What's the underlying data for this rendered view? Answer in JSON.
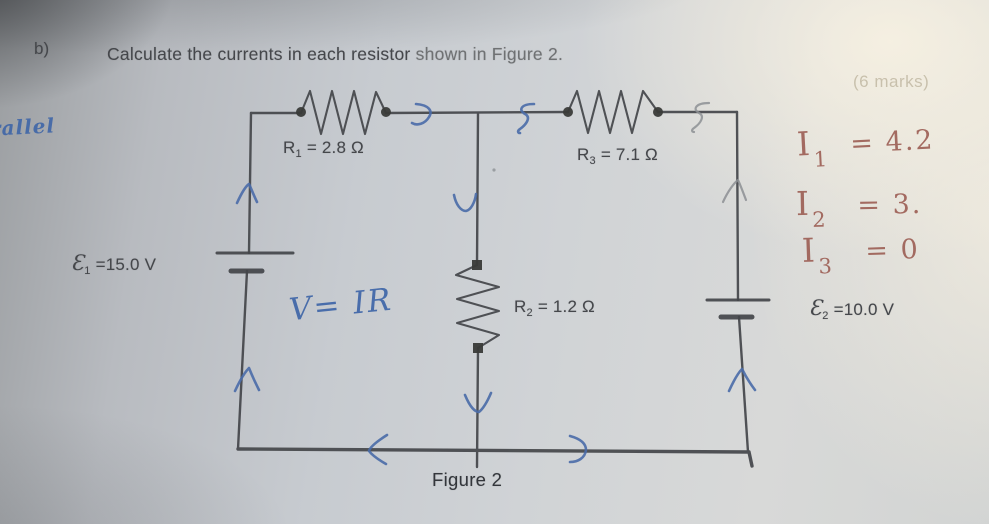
{
  "header": {
    "part_label": "b)",
    "question_part1": "Calculate the currents in each resistor ",
    "question_part2": "shown in Figure 2.",
    "marks": "(6 marks)"
  },
  "figure": {
    "caption": "Figure 2"
  },
  "circuit": {
    "components": {
      "r1": {
        "symbol": "R",
        "sub": "1",
        "value": "= 2.8 Ω"
      },
      "r3": {
        "symbol": "R",
        "sub": "3",
        "value": "= 7.1 Ω"
      },
      "r2": {
        "symbol": "R",
        "sub": "2",
        "value": "= 1.2 Ω"
      },
      "emf1": {
        "symbol": "Ɛ",
        "sub": "1",
        "value": "=15.0 V"
      },
      "emf2": {
        "symbol": "Ɛ",
        "sub": "2",
        "value": "=10.0 V"
      }
    }
  },
  "handwriting": {
    "blue": {
      "margin_note": "rallel",
      "formula": "V= IR"
    },
    "red_results": [
      {
        "base": "I",
        "sub": "1",
        "value": "= 4.2"
      },
      {
        "base": "I",
        "sub": "2",
        "value": "= 3."
      },
      {
        "base": "I",
        "sub": "3",
        "value": "= 0"
      }
    ]
  },
  "colors": {
    "ink_blue": "#3f66a8",
    "ink_red": "#9a5a50",
    "pencil": "#8d9094",
    "print_ink": "#45474b",
    "wire": "#44464a"
  }
}
